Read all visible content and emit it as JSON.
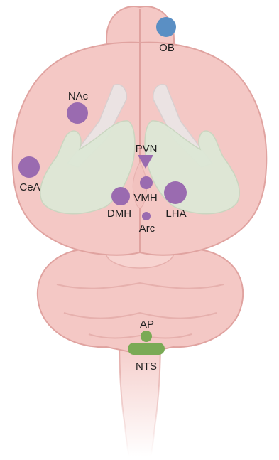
{
  "labels": {
    "ob": "OB",
    "nac": "NAc",
    "cea": "CeA",
    "pvn": "PVN",
    "vmh": "VMH",
    "dmh": "DMH",
    "lha": "LHA",
    "arc": "Arc",
    "ap": "AP",
    "nts": "NTS"
  },
  "colors": {
    "brain_fill": "#f4c8c5",
    "brain_light": "#f7d6d3",
    "brain_outline": "#e0a3a0",
    "striatum": "#dde8d6",
    "ventricle": "#ebe3e3",
    "purple": "#9a6bb0",
    "blue": "#5a8fc4",
    "green": "#7aaa55"
  }
}
